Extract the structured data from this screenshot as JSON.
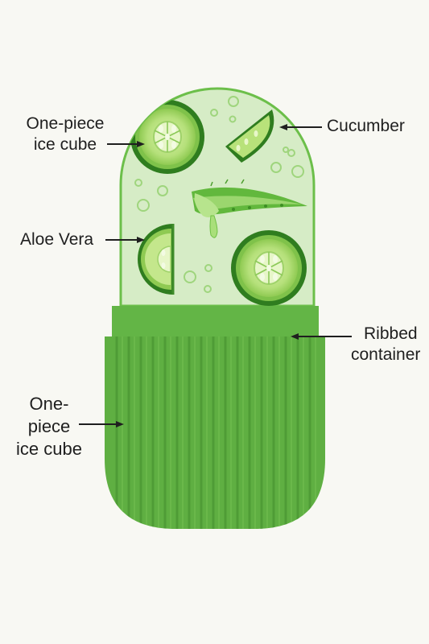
{
  "labels": {
    "top_left": {
      "line1": "One-piece",
      "line2": "ice cube"
    },
    "aloe": "Aloe Vera",
    "cucumber": "Cucumber",
    "ribbed": {
      "line1": "Ribbed",
      "line2": "container"
    },
    "bottom_left": {
      "line1": "One-",
      "line2": "piece",
      "line3": "ice cube"
    }
  },
  "colors": {
    "background": "#f8f8f3",
    "capsule_top_fill": "#d4ebc4",
    "capsule_outline": "#6cbf4a",
    "collar": "#63b546",
    "container": "#5faf42",
    "container_rib": "#4f9c36",
    "cucumber_skin": "#2f7d1f",
    "cucumber_flesh": "#b8e27a",
    "aloe": "#62b83d",
    "arrow": "#1f1f1f"
  },
  "icons": [
    "cucumber-slice-icon",
    "aloe-leaf-icon",
    "bubble-icon",
    "arrow-icon"
  ]
}
